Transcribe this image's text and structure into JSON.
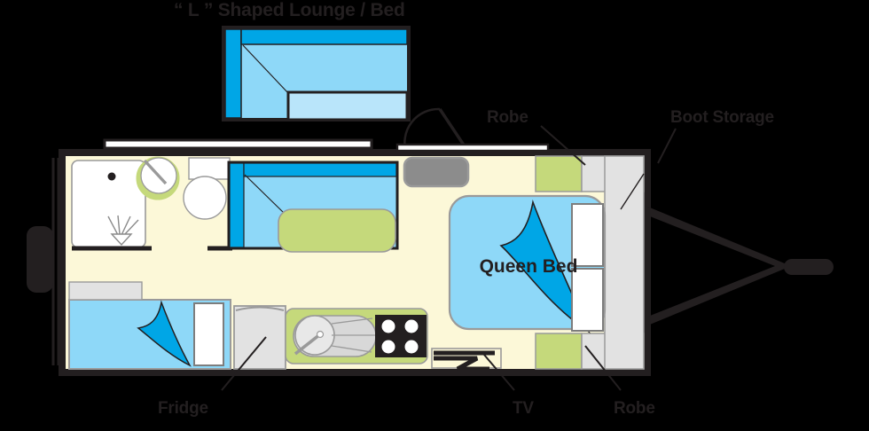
{
  "diagram": {
    "kind": "caravan-floorplan",
    "title": "“ L ” Shaped Lounge / Bed",
    "background": "#000000",
    "colors": {
      "outline": "#231f20",
      "floor": "#fcf8d8",
      "cabinet_grey": "#e2e2e2",
      "bench_green": "#c5d97b",
      "seat_light_blue": "#8ed8f8",
      "back_dark_blue": "#00a6e6",
      "sheet_blue": "#00a6e6",
      "white": "#ffffff",
      "cooktop_black": "#231f20",
      "sink_grey": "#d8d8d8",
      "step_grey": "#8c8c8c"
    },
    "labels": {
      "queen_bed": "Queen Bed",
      "robe_top": "Robe",
      "robe_bottom": "Robe",
      "boot_storage": "Boot Storage",
      "fridge": "Fridge",
      "tv": "TV"
    },
    "inset": {
      "name": "l-shaped-lounge-bed-inset",
      "caption": "“ L ” Shaped Lounge / Bed"
    },
    "features": [
      {
        "id": "shower",
        "name": "shower",
        "label": ""
      },
      {
        "id": "basin",
        "name": "basin",
        "label": ""
      },
      {
        "id": "toilet",
        "name": "toilet",
        "label": ""
      },
      {
        "id": "lounge",
        "name": "l-shaped-lounge",
        "label": ""
      },
      {
        "id": "table",
        "name": "dining-table",
        "label": ""
      },
      {
        "id": "entry-door",
        "name": "entry-door",
        "label": ""
      },
      {
        "id": "robe-top",
        "name": "robe-upper",
        "label": "Robe"
      },
      {
        "id": "robe-bottom",
        "name": "robe-lower",
        "label": "Robe"
      },
      {
        "id": "boot-storage",
        "name": "boot-storage",
        "label": "Boot Storage"
      },
      {
        "id": "queen-bed",
        "name": "queen-bed",
        "label": "Queen Bed"
      },
      {
        "id": "single-bed",
        "name": "single-bed",
        "label": ""
      },
      {
        "id": "fridge",
        "name": "fridge",
        "label": "Fridge"
      },
      {
        "id": "sink",
        "name": "kitchen-sink",
        "label": ""
      },
      {
        "id": "cooktop",
        "name": "cooktop",
        "label": ""
      },
      {
        "id": "tv",
        "name": "tv-bracket",
        "label": "TV"
      },
      {
        "id": "drawbar",
        "name": "a-frame-drawbar",
        "label": ""
      },
      {
        "id": "spare-wheel",
        "name": "spare-wheel",
        "label": ""
      },
      {
        "id": "awning-rail",
        "name": "awning-rail",
        "label": ""
      },
      {
        "id": "bumper-bar",
        "name": "rear-bumper-bar",
        "label": ""
      }
    ]
  }
}
